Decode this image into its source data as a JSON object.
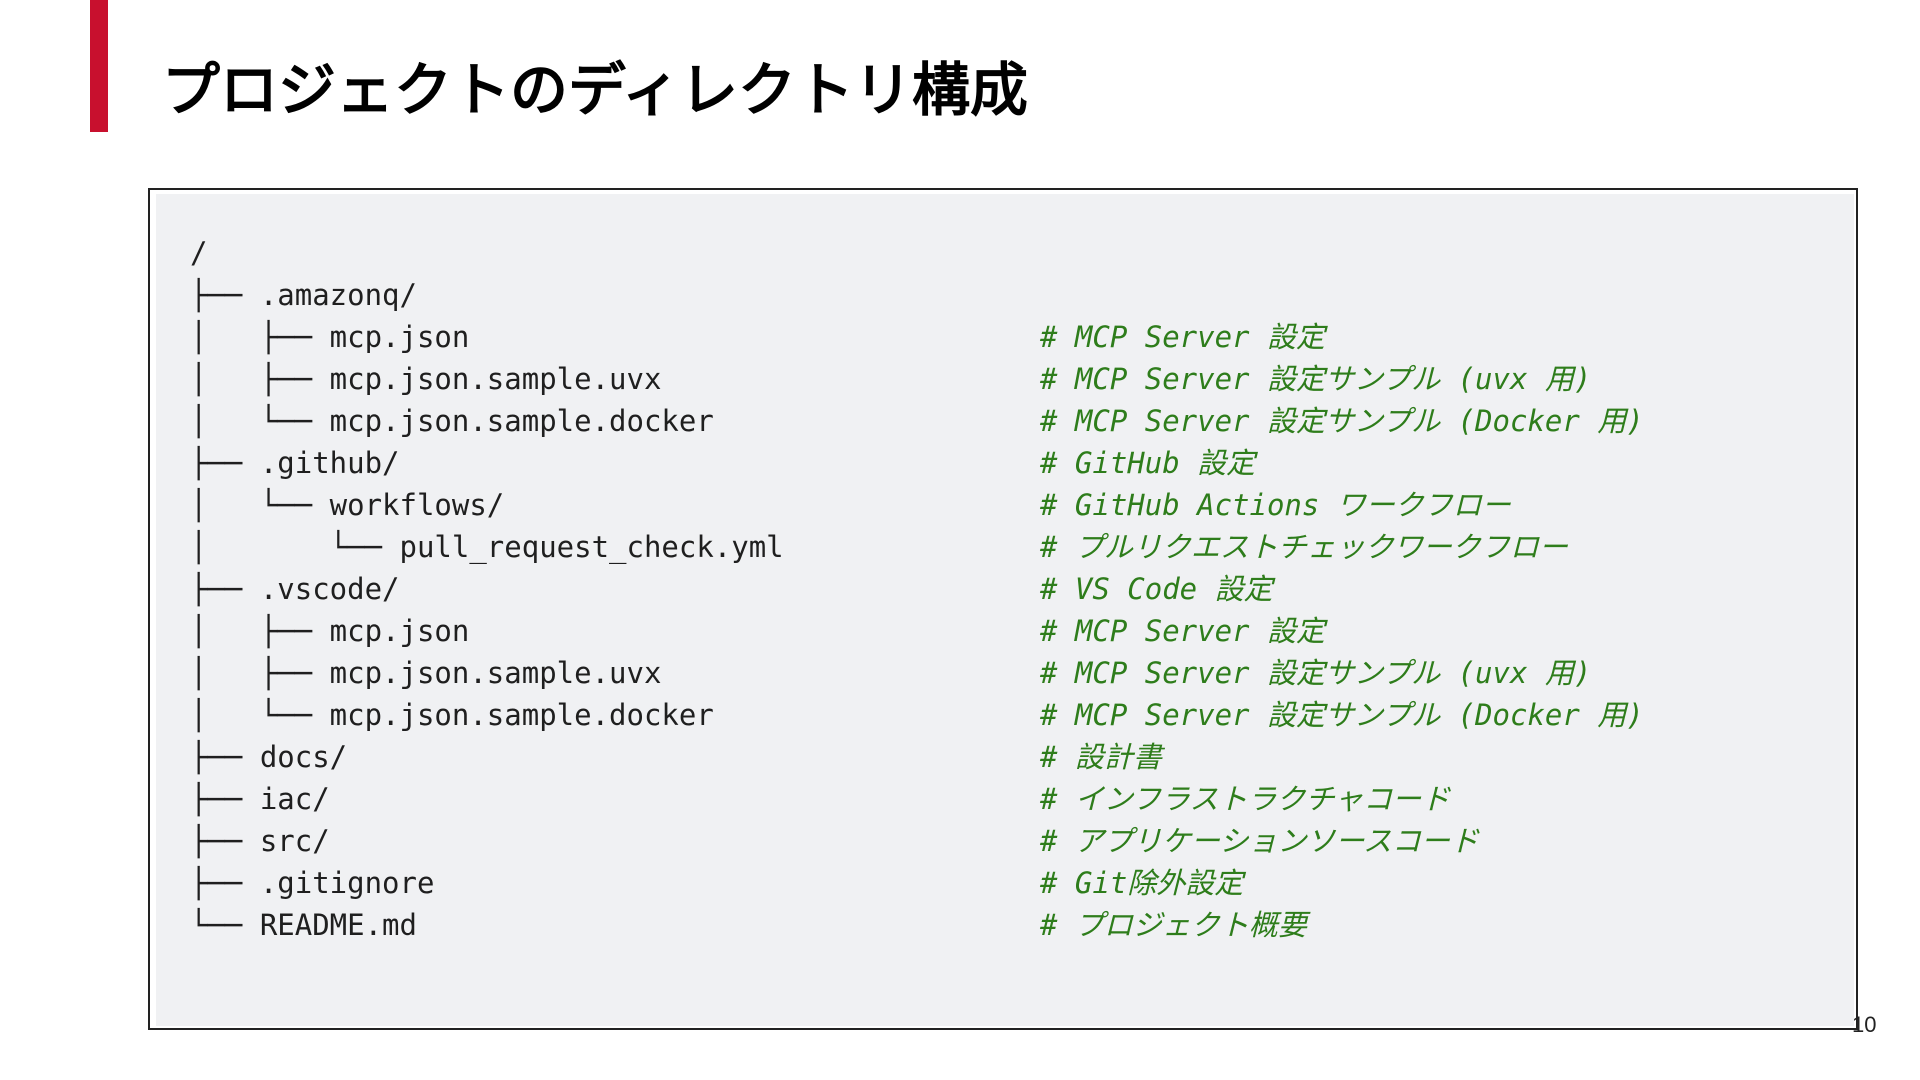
{
  "slide": {
    "title": "プロジェクトのディレクトリ構成",
    "page_number": "10"
  },
  "tree": [
    {
      "path": "/",
      "comment": ""
    },
    {
      "path": "├── .amazonq/",
      "comment": ""
    },
    {
      "path": "│   ├── mcp.json",
      "comment": "# MCP Server 設定"
    },
    {
      "path": "│   ├── mcp.json.sample.uvx",
      "comment": "# MCP Server 設定サンプル (uvx 用)"
    },
    {
      "path": "│   └── mcp.json.sample.docker",
      "comment": "# MCP Server 設定サンプル (Docker 用)"
    },
    {
      "path": "├── .github/",
      "comment": "# GitHub 設定"
    },
    {
      "path": "│   └── workflows/",
      "comment": "# GitHub Actions ワークフロー"
    },
    {
      "path": "│       └── pull_request_check.yml",
      "comment": "# プルリクエストチェックワークフロー"
    },
    {
      "path": "├── .vscode/",
      "comment": "# VS Code 設定"
    },
    {
      "path": "│   ├── mcp.json",
      "comment": "# MCP Server 設定"
    },
    {
      "path": "│   ├── mcp.json.sample.uvx",
      "comment": "# MCP Server 設定サンプル (uvx 用)"
    },
    {
      "path": "│   └── mcp.json.sample.docker",
      "comment": "# MCP Server 設定サンプル (Docker 用)"
    },
    {
      "path": "├── docs/",
      "comment": "# 設計書"
    },
    {
      "path": "├── iac/",
      "comment": "# インフラストラクチャコード"
    },
    {
      "path": "├── src/",
      "comment": "# アプリケーションソースコード"
    },
    {
      "path": "├── .gitignore",
      "comment": "# Git除外設定"
    },
    {
      "path": "└── README.md",
      "comment": "# プロジェクト概要"
    }
  ]
}
